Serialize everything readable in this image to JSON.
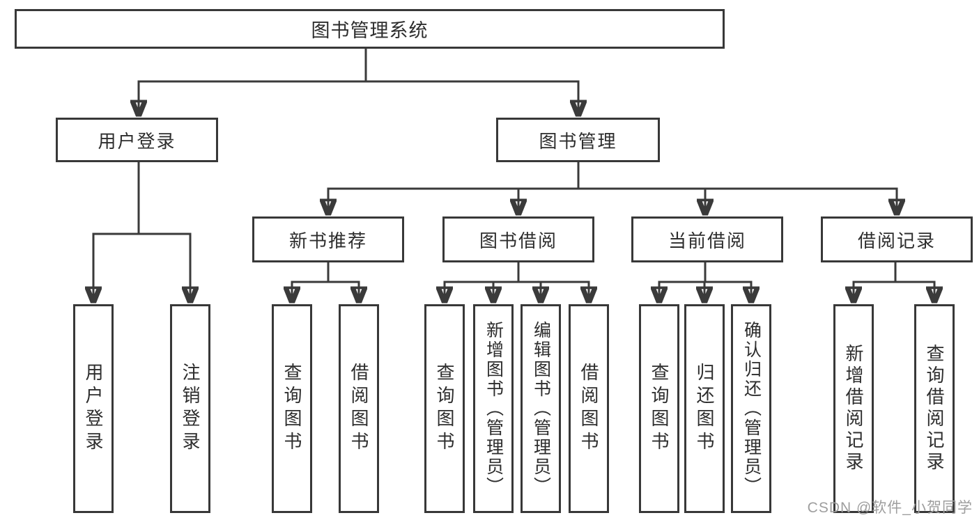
{
  "diagram": {
    "root": {
      "label": "图书管理系统"
    },
    "level2": [
      {
        "label": "用户登录"
      },
      {
        "label": "图书管理"
      }
    ],
    "level3": [
      {
        "label": "新书推荐"
      },
      {
        "label": "图书借阅"
      },
      {
        "label": "当前借阅"
      },
      {
        "label": "借阅记录"
      }
    ],
    "leaves": [
      {
        "label": "用户登录"
      },
      {
        "label": "注销登录"
      },
      {
        "label": "查询图书"
      },
      {
        "label": "借阅图书"
      },
      {
        "label": "查询图书"
      },
      {
        "label": "新增图书（管理员）"
      },
      {
        "label": "编辑图书（管理员）"
      },
      {
        "label": "借阅图书"
      },
      {
        "label": "查询图书"
      },
      {
        "label": "归还图书"
      },
      {
        "label": "确认归还（管理员）"
      },
      {
        "label": "新增借阅记录"
      },
      {
        "label": "查询借阅记录"
      }
    ]
  },
  "watermark": "CSDN @软件_小贺同学",
  "colors": {
    "line": "#3a3a3a",
    "border": "#383838",
    "text": "#2d2d2d",
    "background": "#ffffff",
    "watermark_text": "#9e9e9e"
  }
}
